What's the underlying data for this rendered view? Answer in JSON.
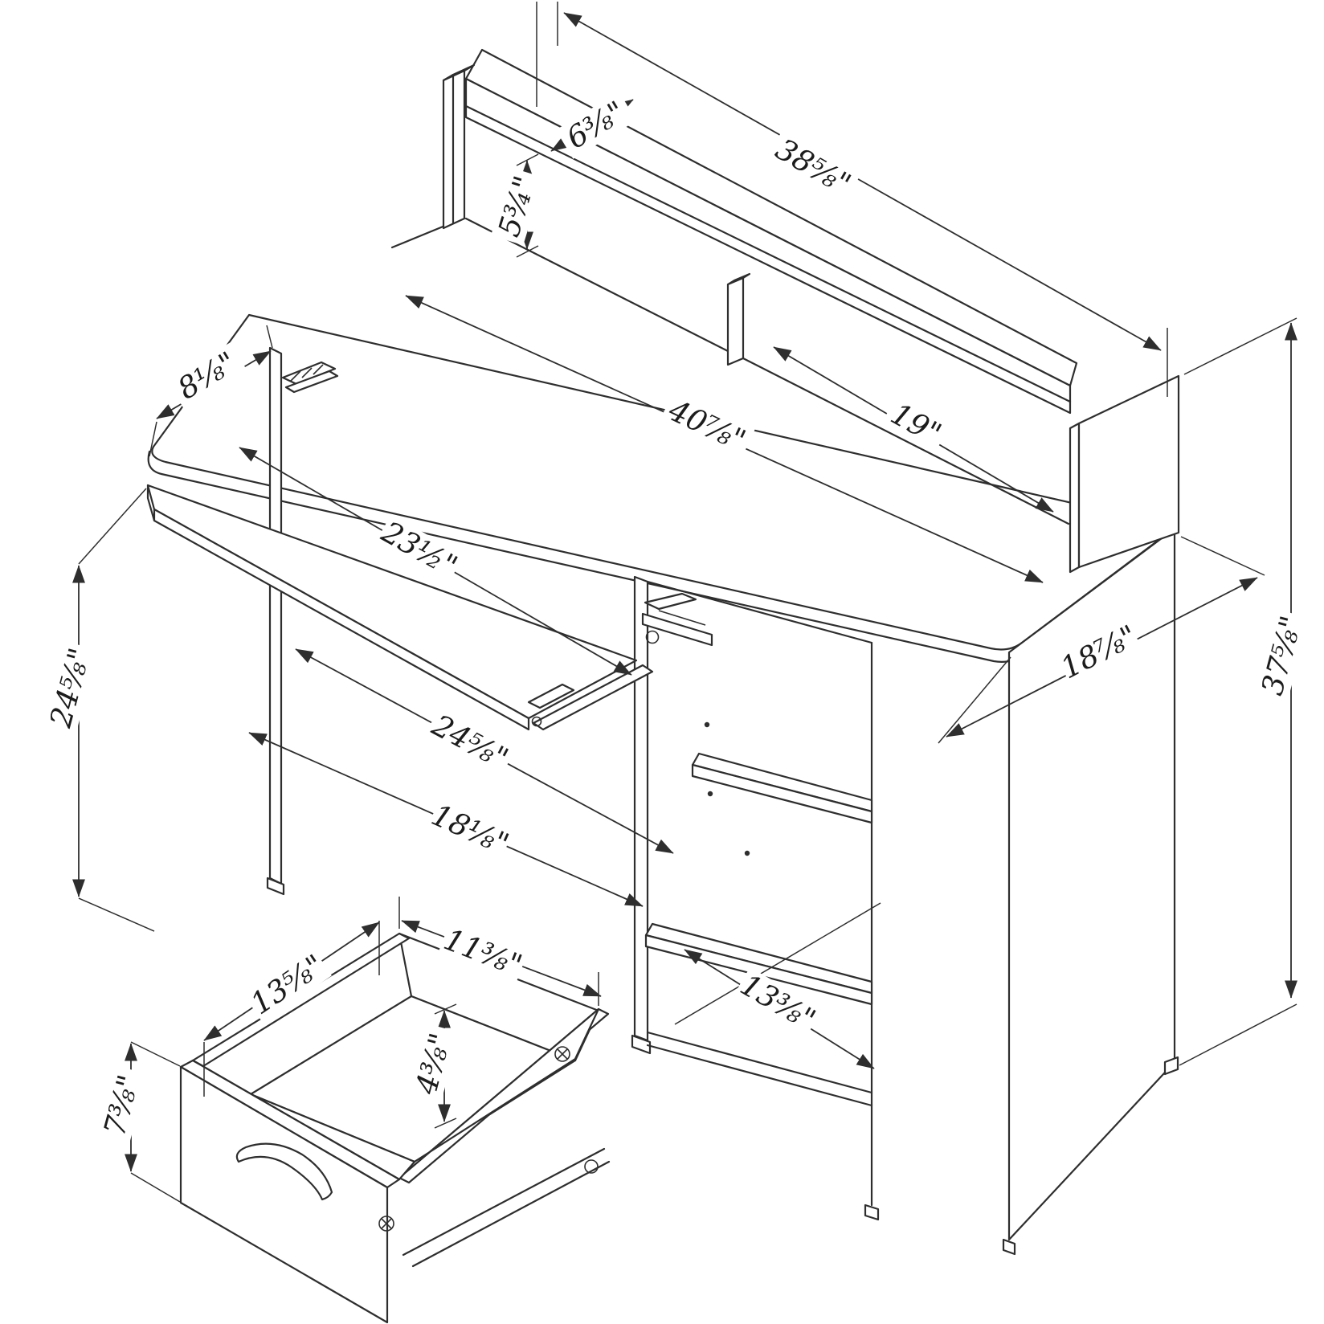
{
  "diagram": {
    "type": "technical-drawing",
    "subject": "Isometric assembly dimension drawing of a computer desk with hutch, pull-out keyboard tray, open storage cabinet and detached drawer",
    "background_color": "#ffffff",
    "line_color": "#2e2e2e",
    "units": "inches"
  },
  "dims": {
    "hutch_shelf_depth": {
      "text": "6⅜\""
    },
    "hutch_shelf_height": {
      "text": "5¾\""
    },
    "hutch_width": {
      "text": "38⅝\""
    },
    "tray_overhang": {
      "text": "8⅛\""
    },
    "desk_width": {
      "text": "40⅞\""
    },
    "hutch_compartment": {
      "text": "19\""
    },
    "tray_width": {
      "text": "23½\""
    },
    "left_height": {
      "text": "24⅝\""
    },
    "tray_extension": {
      "text": "24⅝\""
    },
    "tray_depth": {
      "text": "18⅛\""
    },
    "desk_depth": {
      "text": "18⅞\""
    },
    "total_height": {
      "text": "37⅝\""
    },
    "drawer_width": {
      "text": "13⅝\""
    },
    "drawer_depth": {
      "text": "11⅜\""
    },
    "drawer_inner_height": {
      "text": "4⅜\""
    },
    "drawer_front_height": {
      "text": "7⅜\""
    },
    "cabinet_shelf_depth": {
      "text": "13⅜\""
    }
  }
}
